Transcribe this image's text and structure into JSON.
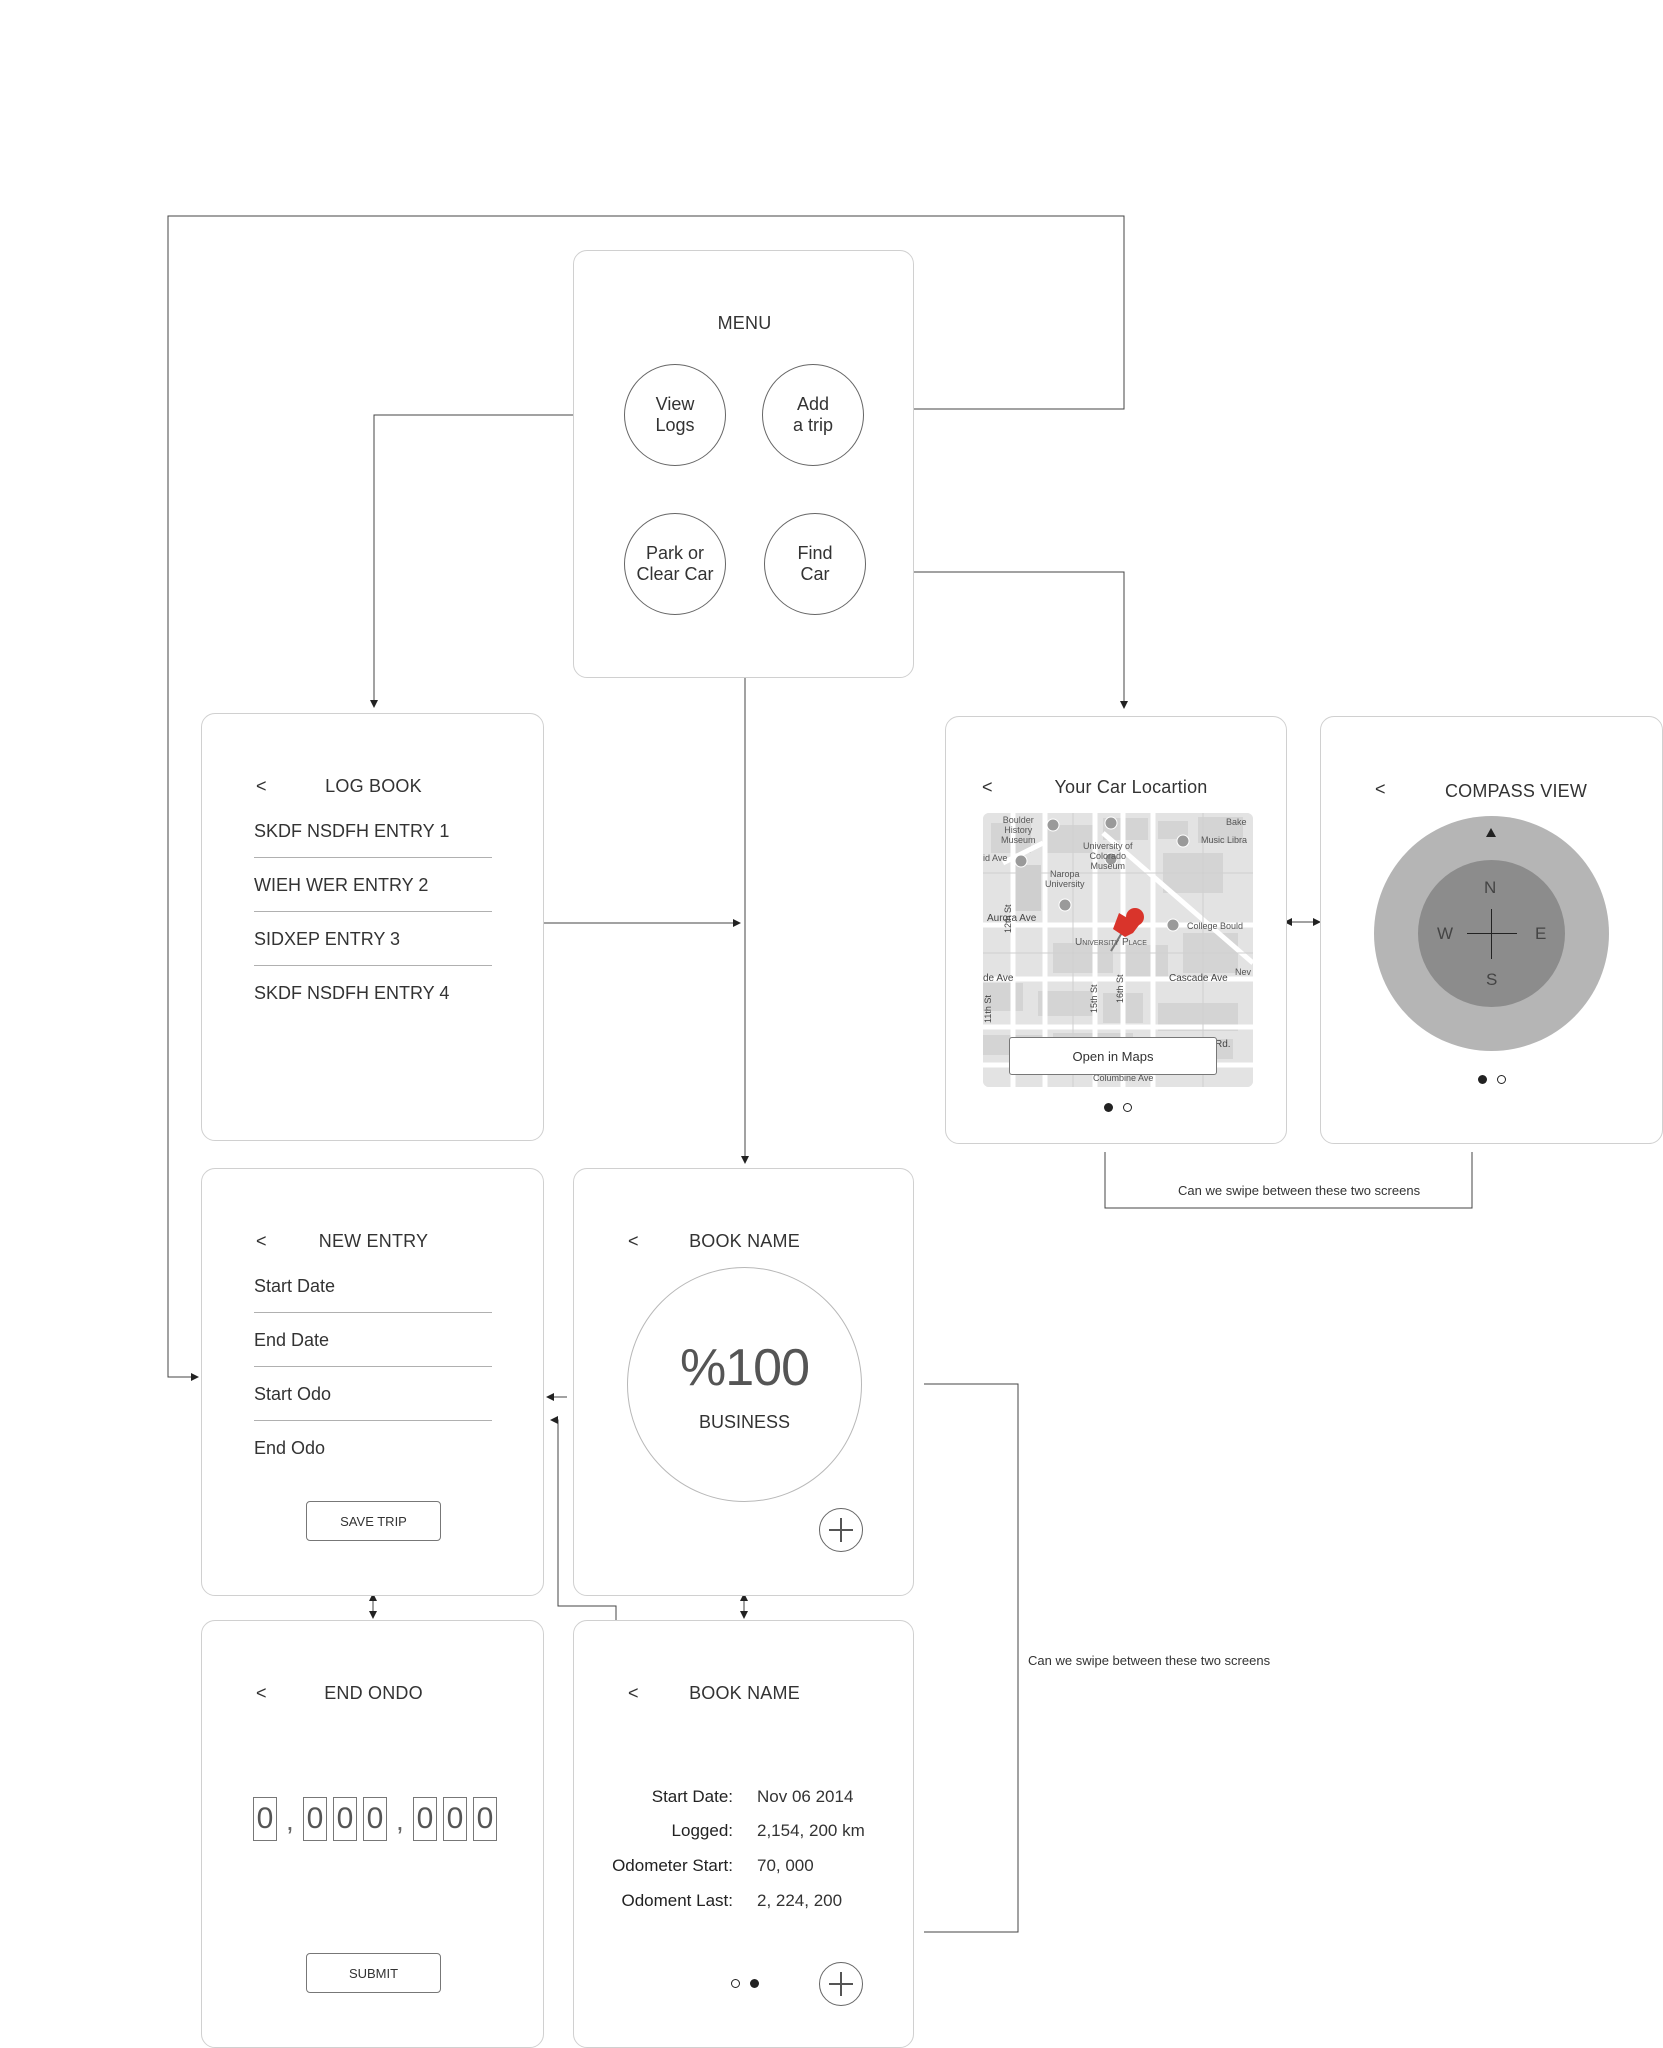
{
  "menu": {
    "title": "MENU",
    "buttons": [
      {
        "label": "View\nLogs"
      },
      {
        "label": "Add\na trip"
      },
      {
        "label": "Park or\nClear Car"
      },
      {
        "label": "Find\nCar"
      }
    ]
  },
  "logbook": {
    "back": "<",
    "title": "LOG BOOK",
    "entries": [
      "SKDF NSDFH ENTRY 1",
      "WIEH WER ENTRY 2",
      "SIDXEP ENTRY 3",
      "SKDF NSDFH ENTRY 4"
    ]
  },
  "car_location": {
    "back": "<",
    "title": "Your Car Locartion",
    "open_maps": "Open in Maps",
    "map_labels": {
      "boulder": "Boulder\nHistory\nMuseum",
      "univ": "University of\nColorado\nMuseum",
      "naropa": "Naropa\nUniversity",
      "aurora": "Aurora Ave",
      "univ_place": "University Place",
      "college": "College Bould",
      "cascade": "Cascade Ave",
      "music": "Music Libra",
      "bake": "Bake",
      "idave": "id Ave",
      "deave": "de Ave",
      "st12": "12th St",
      "st11": "11th St",
      "st15": "15th St",
      "st16": "16th St",
      "colombine": "Columbine Ave",
      "rd": "Rd.",
      "nev": "Nev"
    }
  },
  "compass": {
    "back": "<",
    "title": "COMPASS VIEW",
    "n": "N",
    "s": "S",
    "e": "E",
    "w": "W"
  },
  "new_entry": {
    "back": "<",
    "title": "NEW ENTRY",
    "fields": [
      "Start Date",
      "End Date",
      "Start Odo",
      "End Odo"
    ],
    "save": "SAVE TRIP"
  },
  "book_name_1": {
    "back": "<",
    "title": "BOOK NAME",
    "percent": "%100",
    "label": "BUSINESS"
  },
  "end_odo": {
    "back": "<",
    "title": "END ONDO",
    "digits": [
      "0",
      "0",
      "0",
      "0",
      "0",
      "0",
      "0"
    ],
    "separator": ",",
    "submit": "SUBMIT"
  },
  "book_name_2": {
    "back": "<",
    "title": "BOOK NAME",
    "rows": [
      {
        "k": "Start Date:",
        "v": "Nov 06 2014"
      },
      {
        "k": "Logged:",
        "v": "2,154, 200 km"
      },
      {
        "k": "Odometer Start:",
        "v": "70, 000"
      },
      {
        "k": "Odoment Last:",
        "v": "2, 224, 200"
      }
    ]
  },
  "notes": {
    "swipe_top": "Can we swipe between these two screens",
    "swipe_side": "Can we swipe between these two screens"
  },
  "colors": {
    "pin": "#d9342b",
    "compass_outer": "#b5b5b5",
    "compass_inner": "#8c8c8c"
  }
}
